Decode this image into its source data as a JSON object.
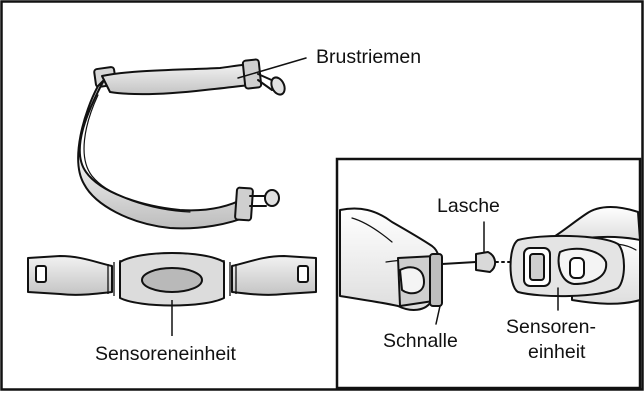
{
  "labels": {
    "chest_strap": "Brustriemen",
    "sensor_unit": "Sensoreneinheit",
    "tab": "Lasche",
    "buckle": "Schnalle",
    "sensor_unit_line1": "Sensoren-",
    "sensor_unit_line2": "einheit"
  },
  "colors": {
    "stroke": "#111111",
    "fill_light": "#e8e8e8",
    "fill_mid": "#c9c9c9",
    "fill_dark": "#9b9b9b",
    "background": "#ffffff"
  }
}
